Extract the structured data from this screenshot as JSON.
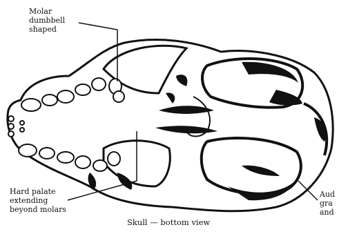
{
  "labels": {
    "molar": [
      "Molar",
      "dumbbell",
      "shaped"
    ],
    "hard_palate": [
      "Hard palate",
      "extending",
      "beyond molars"
    ],
    "caption": "Skull — bottom view",
    "right_partial": [
      "Aud",
      "gra",
      "and"
    ]
  }
}
